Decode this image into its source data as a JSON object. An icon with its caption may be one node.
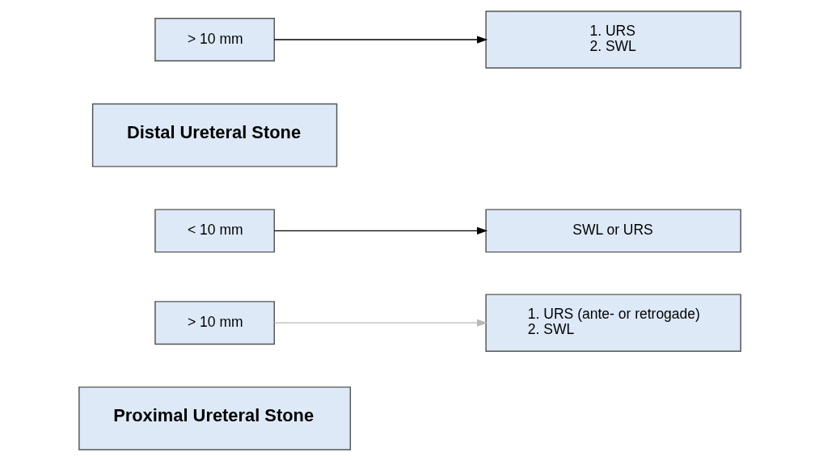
{
  "diagram": {
    "nodes": [
      {
        "text": [
          "Proximal Ureteral Stone"
        ]
      },
      {
        "text": [
          "> 10 mm"
        ]
      },
      {
        "text": [
          "1. URS (ante- or retrogade)",
          "2. SWL"
        ]
      },
      {
        "text": [
          "< 10 mm"
        ]
      },
      {
        "text": [
          "SWL or URS"
        ]
      },
      {
        "text": [
          "Distal Ureteral Stone"
        ]
      },
      {
        "text": [
          "> 10 mm"
        ]
      },
      {
        "text": [
          "1. URS",
          "2. SWL"
        ]
      }
    ],
    "edges": [
      {
        "from": 1,
        "to": 2,
        "arrow": "to",
        "color": "#b8b8b8"
      },
      {
        "from": 3,
        "to": 4,
        "arrow": "to"
      },
      {
        "from": 6,
        "to": 7,
        "arrow": "to"
      }
    ]
  }
}
